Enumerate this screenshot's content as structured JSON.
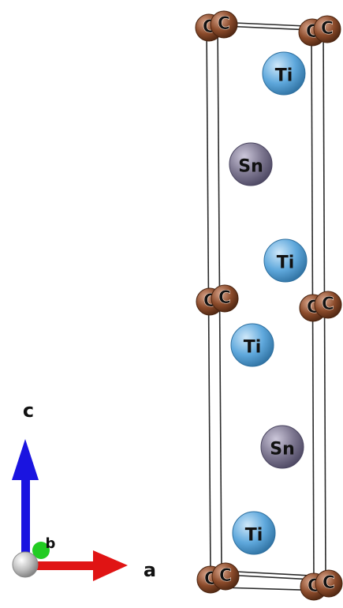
{
  "diagram": {
    "elements": {
      "Ti": {
        "label": "Ti",
        "color": "#5fa8dc",
        "highlight": "#cfe8fa",
        "shade": "#2d6f9f"
      },
      "Sn": {
        "label": "Sn",
        "color": "#7e7891",
        "highlight": "#cdc8db",
        "shade": "#4a4560"
      },
      "C": {
        "label": "C",
        "color": "#8a4a2a",
        "highlight": "#d9a48a",
        "shade": "#4a2410"
      }
    },
    "axes": {
      "c": {
        "label": "c",
        "color": "#1a14e0"
      },
      "a": {
        "label": "a",
        "color": "#e01414"
      },
      "b": {
        "label": "b",
        "color": "#22cc22"
      },
      "origin_color": "#bdbdbd"
    },
    "cell_line_color": "#2a2a2a"
  }
}
